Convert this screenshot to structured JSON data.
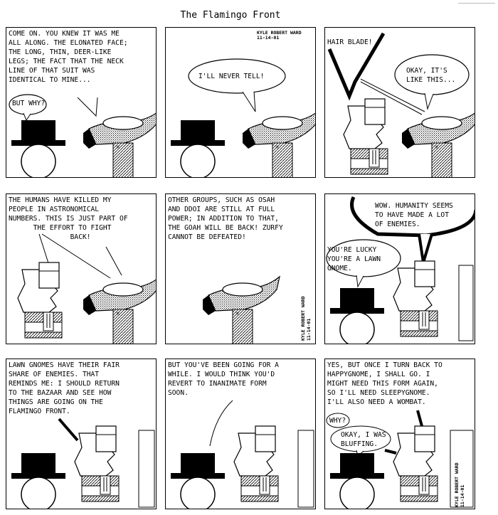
{
  "title": "The Flamingo Front",
  "signature": "KYLE ROBERT WARD",
  "date": "11-14-01",
  "panels": [
    {
      "text": "COME ON. YOU KNEW IT WAS ME\nALL ALONG. THE ELONATED FACE;\nTHE LONG, THIN, DEER-LIKE\nLEGS; THE FACT THAT THE NECK\nLINE OF THAT SUIT WAS\nIDENTICAL TO MINE...",
      "bubble": "BUT WHY?"
    },
    {
      "bubble": "I'LL NEVER TELL!"
    },
    {
      "text": "HAIR BLADE!",
      "bubble": "OKAY, IT'S\nLIKE THIS..."
    },
    {
      "text": "THE HUMANS HAVE KILLED MY\nPEOPLE IN ASTRONOMICAL\nNUMBERS. THIS IS JUST PART OF\n      THE EFFORT TO FIGHT\n               BACK!"
    },
    {
      "text": "OTHER GROUPS, SUCH AS OSAH\nAND DDOI ARE STILL AT FULL\nPOWER; IN ADDITION TO THAT,\nTHE GOAH WILL BE BACK! ZURFY\nCANNOT BE DEFEATED!"
    },
    {
      "bubble_top": "WOW. HUMANITY SEEMS\nTO HAVE MADE A LOT\nOF ENEMIES.",
      "bubble": "YOU'RE LUCKY\nYOU'RE A LAWN\nGNOME."
    },
    {
      "text": "LAWN GNOMES HAVE THEIR FAIR\nSHARE OF ENEMIES. THAT\nREMINDS ME: I SHOULD RETURN\nTO THE BAZAAR AND SEE HOW\nTHINGS ARE GOING ON THE\nFLAMINGO FRONT."
    },
    {
      "text": "BUT YOU'VE BEEN GOING FOR A\nWHILE. I WOULD THINK YOU'D\nREVERT TO INANIMATE FORM\nSOON."
    },
    {
      "text": "YES, BUT ONCE I TURN BACK TO\nHAPPYGNOME, I SHALL GO. I\nMIGHT NEED THIS FORM AGAIN,\nSO I'LL NEED SLEEPYGNOME.\nI'LL ALSO NEED A WOMBAT.",
      "bubble": "WHY?",
      "bubble2": "OKAY, I WAS\nBLUFFING."
    }
  ]
}
